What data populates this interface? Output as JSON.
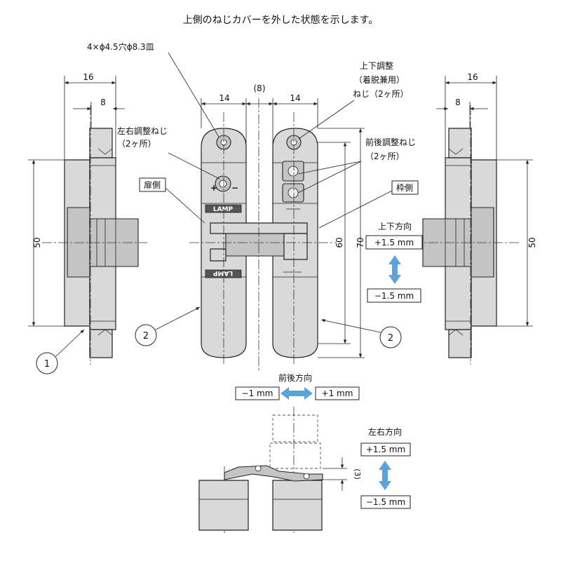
{
  "title": "上側のねじカバーを外した状態を示します。",
  "labels": {
    "hole_spec": "4×ϕ4.5穴ϕ8.3皿",
    "lr_screw": "左右調整ねじ",
    "lr_screw_qty": "（2ヶ所）",
    "ud_screw_1": "上下調整",
    "ud_screw_2": "（着脱兼用）",
    "ud_screw_3": "ねじ（2ヶ所）",
    "fb_screw": "前後調整ねじ",
    "fb_screw_qty": "（2ヶ所）",
    "door_side": "扉側",
    "frame_side": "枠側",
    "brand": "LAMP",
    "callout_1": "1",
    "callout_2": "2"
  },
  "dimensions": {
    "d16": "16",
    "d8": "8",
    "d14": "14",
    "d8_paren": "(8)",
    "d50": "50",
    "d60": "60",
    "d70": "70",
    "d3_paren": "(3)"
  },
  "adjustments": {
    "vertical": {
      "title": "上下方向",
      "plus": "+1.5 mm",
      "minus": "−1.5 mm"
    },
    "front_back": {
      "title": "前後方向",
      "minus": "−1 mm",
      "plus": "+1 mm"
    },
    "left_right": {
      "title": "左右方向",
      "plus": "+1.5 mm",
      "minus": "−1.5 mm"
    }
  },
  "colors": {
    "arrow": "#5ba3d9",
    "part_fill": "#d9d9d9",
    "part_dark": "#c4c4c4"
  }
}
